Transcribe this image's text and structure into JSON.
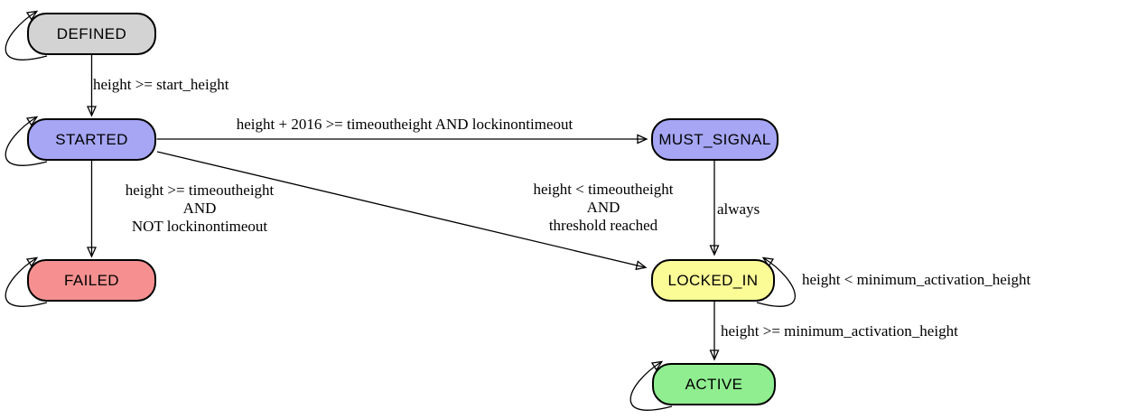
{
  "nodes": {
    "defined": {
      "label": "DEFINED",
      "fill": "#d3d3d3"
    },
    "started": {
      "label": "STARTED",
      "fill": "#a6a6f5"
    },
    "must_signal": {
      "label": "MUST_SIGNAL",
      "fill": "#a6a6f5"
    },
    "failed": {
      "label": "FAILED",
      "fill": "#f69090"
    },
    "locked_in": {
      "label": "LOCKED_IN",
      "fill": "#fcfc97"
    },
    "active": {
      "label": "ACTIVE",
      "fill": "#90ee90"
    }
  },
  "edges": {
    "defined_to_started": {
      "label": "height >= start_height"
    },
    "started_to_must_signal": {
      "label": "height + 2016 >= timeoutheight AND lockinontimeout"
    },
    "started_to_failed": {
      "label": "height >= timeoutheight\nAND\nNOT lockinontimeout"
    },
    "started_to_locked_in": {
      "label": "height < timeoutheight\nAND\nthreshold reached"
    },
    "must_signal_to_locked_in": {
      "label": "always"
    },
    "locked_in_self": {
      "label": "height < minimum_activation_height"
    },
    "locked_in_to_active": {
      "label": "height >= minimum_activation_height"
    }
  },
  "colors": {
    "background": "#ffffff",
    "node_border": "#000000",
    "edge": "#000000",
    "text": "#000000"
  }
}
